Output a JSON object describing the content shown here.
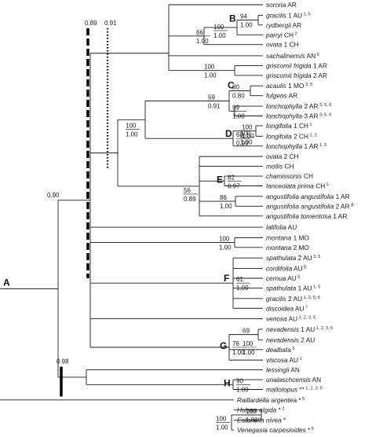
{
  "diagram": {
    "type": "phylogenetic-tree",
    "line_color": "#1a1a1a",
    "marker_color": "#000000",
    "taxa": [
      {
        "name": "sororia",
        "loc": "AR",
        "sup": ""
      },
      {
        "name": "gracilis",
        "loc": "1 AU",
        "sup": "1, 5"
      },
      {
        "name": "rydbergii",
        "loc": "AR",
        "sup": ""
      },
      {
        "name": "parryi",
        "loc": "CH",
        "sup": "2"
      },
      {
        "name": "ovata",
        "loc": "1 CH",
        "sup": ""
      },
      {
        "name": "sachalinensis",
        "loc": "AN",
        "sup": "5"
      },
      {
        "name": "griscomii frigida",
        "loc": "1 AR",
        "sup": ""
      },
      {
        "name": "griscomii frigida",
        "loc": "2 AR",
        "sup": ""
      },
      {
        "name": "acaulis",
        "loc": "1 MO",
        "sup": "3, 5"
      },
      {
        "name": "fulgens",
        "loc": "AR",
        "sup": ""
      },
      {
        "name": "lonchophylla",
        "loc": "2 AR",
        "sup": "3, 5, 6"
      },
      {
        "name": "lonchophylla",
        "loc": "3 AR",
        "sup": "3, 5, 6"
      },
      {
        "name": "longifolia",
        "loc": "1 CH",
        "sup": "1"
      },
      {
        "name": "longifolia",
        "loc": "2 CH",
        "sup": "1, 2"
      },
      {
        "name": "lonchophylla",
        "loc": "1 AR",
        "sup": "1, 5"
      },
      {
        "name": "ovata",
        "loc": "2 CH",
        "sup": ""
      },
      {
        "name": "mollis",
        "loc": "CH",
        "sup": ""
      },
      {
        "name": "chamissonis",
        "loc": "CH",
        "sup": ""
      },
      {
        "name": "lanceolata prima",
        "loc": "CH",
        "sup": "5"
      },
      {
        "name": "angustifolia angustifolia",
        "loc": "1 AR",
        "sup": ""
      },
      {
        "name": "angustifolia angustifolia",
        "loc": "2 AR",
        "sup": "8"
      },
      {
        "name": "angustifolia tomentosa",
        "loc": "1 AR",
        "sup": ""
      },
      {
        "name": "latifolia",
        "loc": "AU",
        "sup": ""
      },
      {
        "name": "montana",
        "loc": "1 MO",
        "sup": ""
      },
      {
        "name": "montana",
        "loc": "2 MO",
        "sup": ""
      },
      {
        "name": "spathulata",
        "loc": "2 AU",
        "sup": "3, 5"
      },
      {
        "name": "cordifolia",
        "loc": "AU",
        "sup": "5"
      },
      {
        "name": "cernua",
        "loc": "AU",
        "sup": "5"
      },
      {
        "name": "spathulata",
        "loc": "1 AU",
        "sup": "1, 5"
      },
      {
        "name": "gracilis",
        "loc": "2 AU",
        "sup": "1, 2, 5, 6"
      },
      {
        "name": "discoidea",
        "loc": "AU",
        "sup": "7"
      },
      {
        "name": "venosa",
        "loc": "AU",
        "sup": "1, 2, 3, 5"
      },
      {
        "name": "nevadensis",
        "loc": "1 AU",
        "sup": "1, 2, 3, 5"
      },
      {
        "name": "nevadensis",
        "loc": "2 AU",
        "sup": ""
      },
      {
        "name": "dealbata",
        "loc": "",
        "sup": "5"
      },
      {
        "name": "viscosa",
        "loc": "AU",
        "sup": "1"
      },
      {
        "name": "lessingii",
        "loc": "AN",
        "sup": ""
      },
      {
        "name": "unalaschcensis",
        "loc": "AN",
        "sup": ""
      },
      {
        "name": "mallotopus",
        "loc": "**",
        "sup": "1, 2, 3, 5"
      },
      {
        "name": "Raillardella argentea",
        "loc": "*",
        "sup": "5"
      },
      {
        "name": "Hulsea algida",
        "loc": "*",
        "sup": "2"
      },
      {
        "name": "Eatonella nivea",
        "loc": "*",
        "sup": ""
      },
      {
        "name": "Venegasia carpesioides",
        "loc": "*",
        "sup": "5"
      }
    ],
    "support": [
      {
        "top": "66",
        "bottom": "1.00"
      },
      {
        "top": "59",
        "bottom": "0.91"
      },
      {
        "top": "80",
        "bottom": "0.80"
      },
      {
        "top": "99",
        "bottom": "1.00"
      },
      {
        "top": "100",
        "bottom": "1.00"
      },
      {
        "top": "100",
        "bottom": "1.00"
      },
      {
        "top": "56",
        "bottom": "0.89"
      },
      {
        "top": "82",
        "bottom": "0.97"
      },
      {
        "top": "86",
        "bottom": "1.00"
      },
      {
        "top": "100",
        "bottom": "1.00"
      },
      {
        "top": "100",
        "bottom": "1.00"
      },
      {
        "top": "61",
        "bottom": "1.00"
      },
      {
        "top": "69",
        "bottom": ""
      },
      {
        "top": "76",
        "bottom": "1.00"
      },
      {
        "top": "100",
        "bottom": "1.00"
      },
      {
        "top": "90",
        "bottom": "1.00"
      },
      {
        "top": "100",
        "bottom": "1.00"
      },
      {
        "top": "100",
        "bottom": "1.00"
      },
      {
        "top": "100",
        "bottom": "1.00"
      },
      {
        "top": "100",
        "bottom": "1.00"
      },
      {
        "top": "94",
        "bottom": "1.00"
      },
      {
        "top": "68",
        "bottom": "0.99"
      }
    ],
    "posterior_only": [
      "0.90",
      "0.98",
      "0.89",
      "0.91"
    ],
    "clades": [
      "A",
      "B",
      "C",
      "D",
      "E",
      "F",
      "G",
      "H"
    ]
  }
}
